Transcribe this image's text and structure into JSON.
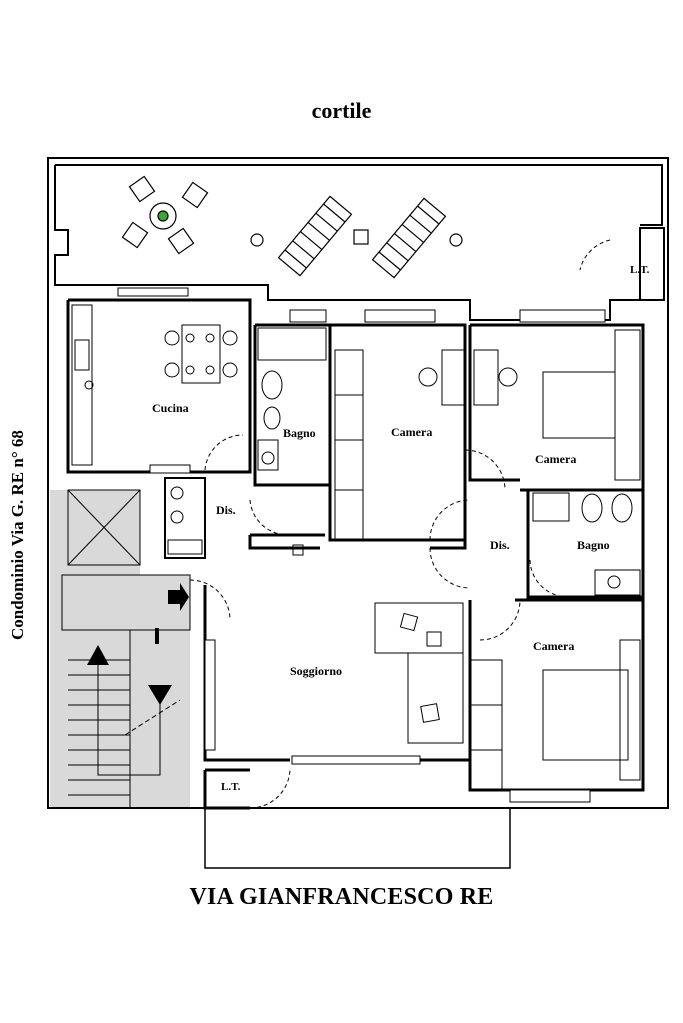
{
  "labels": {
    "top": "cortile",
    "street": "VIA GIANFRANCESCO RE",
    "side": "Condominio Via G. RE n° 68"
  },
  "rooms": {
    "cucina": "Cucina",
    "bagno_1": "Bagno",
    "camera_1": "Camera",
    "camera_2": "Camera",
    "dis_1": "Dis.",
    "dis_2": "Dis.",
    "bagno_2": "Bagno",
    "camera_3": "Camera",
    "soggiorno": "Soggiorno",
    "lt_top": "L.T.",
    "lt_bottom": "L.T."
  },
  "colors": {
    "walls": "#000000",
    "stairwell_fill": "#d9d9d9",
    "background": "#ffffff"
  }
}
